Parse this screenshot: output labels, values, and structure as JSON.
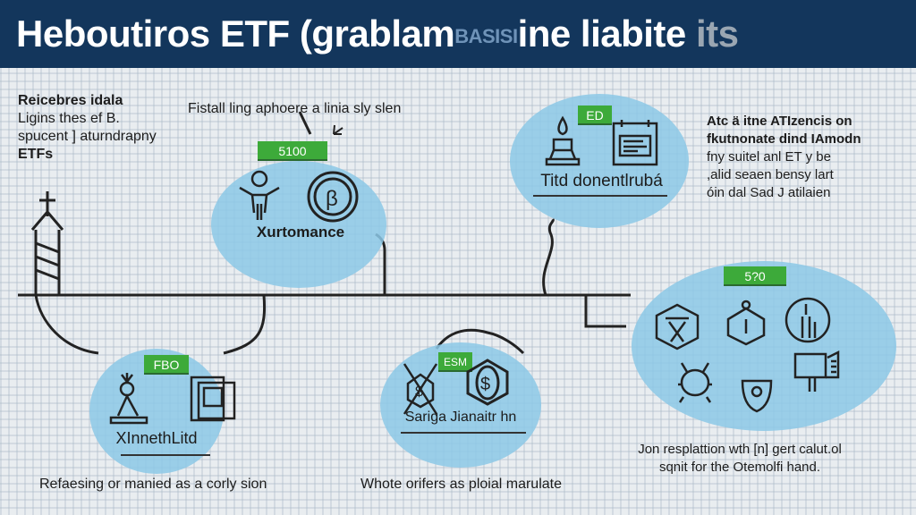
{
  "header": {
    "title_main": "Heboutiros ETF (grablam",
    "title_blur": "BASISI",
    "title_rest": "ine liabite",
    "title_faded": "its"
  },
  "intro": {
    "lines": [
      "Reicebres idala",
      "Ligins thes ef B.",
      "spucent ] aturndrapny",
      "ETFs"
    ]
  },
  "top_caption": "Fistall ling aphoere a linia sly slen",
  "right_text": {
    "lines": [
      "Atc ä itne  ATIzencis on",
      "fkutnonate dind IAmodn",
      "fny suitel anl ET y be",
      ",alid seaen bensy lart",
      "óin dal Sad J atilaien"
    ]
  },
  "nodes": [
    {
      "badge": "5100",
      "label": "Xurtomance",
      "icons": [
        "person-icon",
        "bitcoin-coin-icon"
      ]
    },
    {
      "badge": "ED",
      "label": "Titd donentlrubá",
      "icons": [
        "candle-icon",
        "calendar-document-icon"
      ]
    },
    {
      "badge": "FBO",
      "label": "XInnethLitd",
      "icons": [
        "person-desk-icon",
        "tablet-icon"
      ]
    },
    {
      "badge": "ESM",
      "label": "Sariga Jianaitr hn",
      "icons": [
        "dollar-shield-icon",
        "dollar-hexagon-icon"
      ]
    },
    {
      "badge": "5?0",
      "icons": [
        "hexagon-icon",
        "pot-icon",
        "plant-circle-icon",
        "bug-icon",
        "shield-crest-icon",
        "chart-board-icon"
      ]
    }
  ],
  "bottom_captions": [
    "Refaesing or manied as a corly sion",
    "Whote orifers as ploial marulate"
  ],
  "right_caption": {
    "lines": [
      "Jon resplattion wth [n] gert calut.ol",
      "sqnit for the Otemolfi hand."
    ]
  },
  "colors": {
    "header": "#13365c",
    "bubble": "#8cc8e6",
    "badge": "#3daa3a"
  }
}
